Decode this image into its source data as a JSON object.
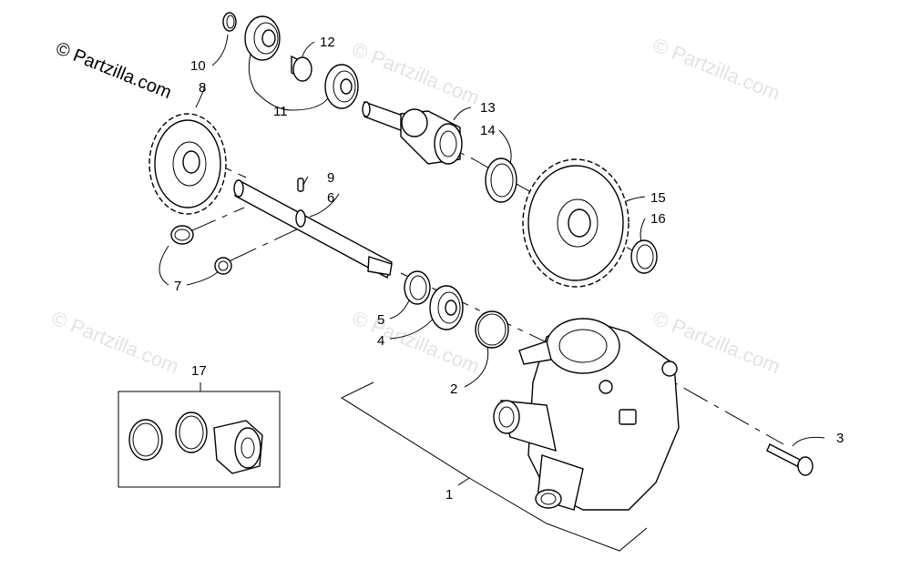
{
  "watermark": {
    "main": "© Partzilla.com",
    "faint": "© Partzilla.com"
  },
  "callouts": {
    "c1": "1",
    "c2": "2",
    "c3": "3",
    "c4": "4",
    "c5": "5",
    "c6": "6",
    "c7": "7",
    "c8": "8",
    "c9": "9",
    "c10": "10",
    "c11": "11",
    "c12": "12",
    "c13": "13",
    "c14": "14",
    "c15": "15",
    "c16": "16",
    "c17": "17"
  }
}
